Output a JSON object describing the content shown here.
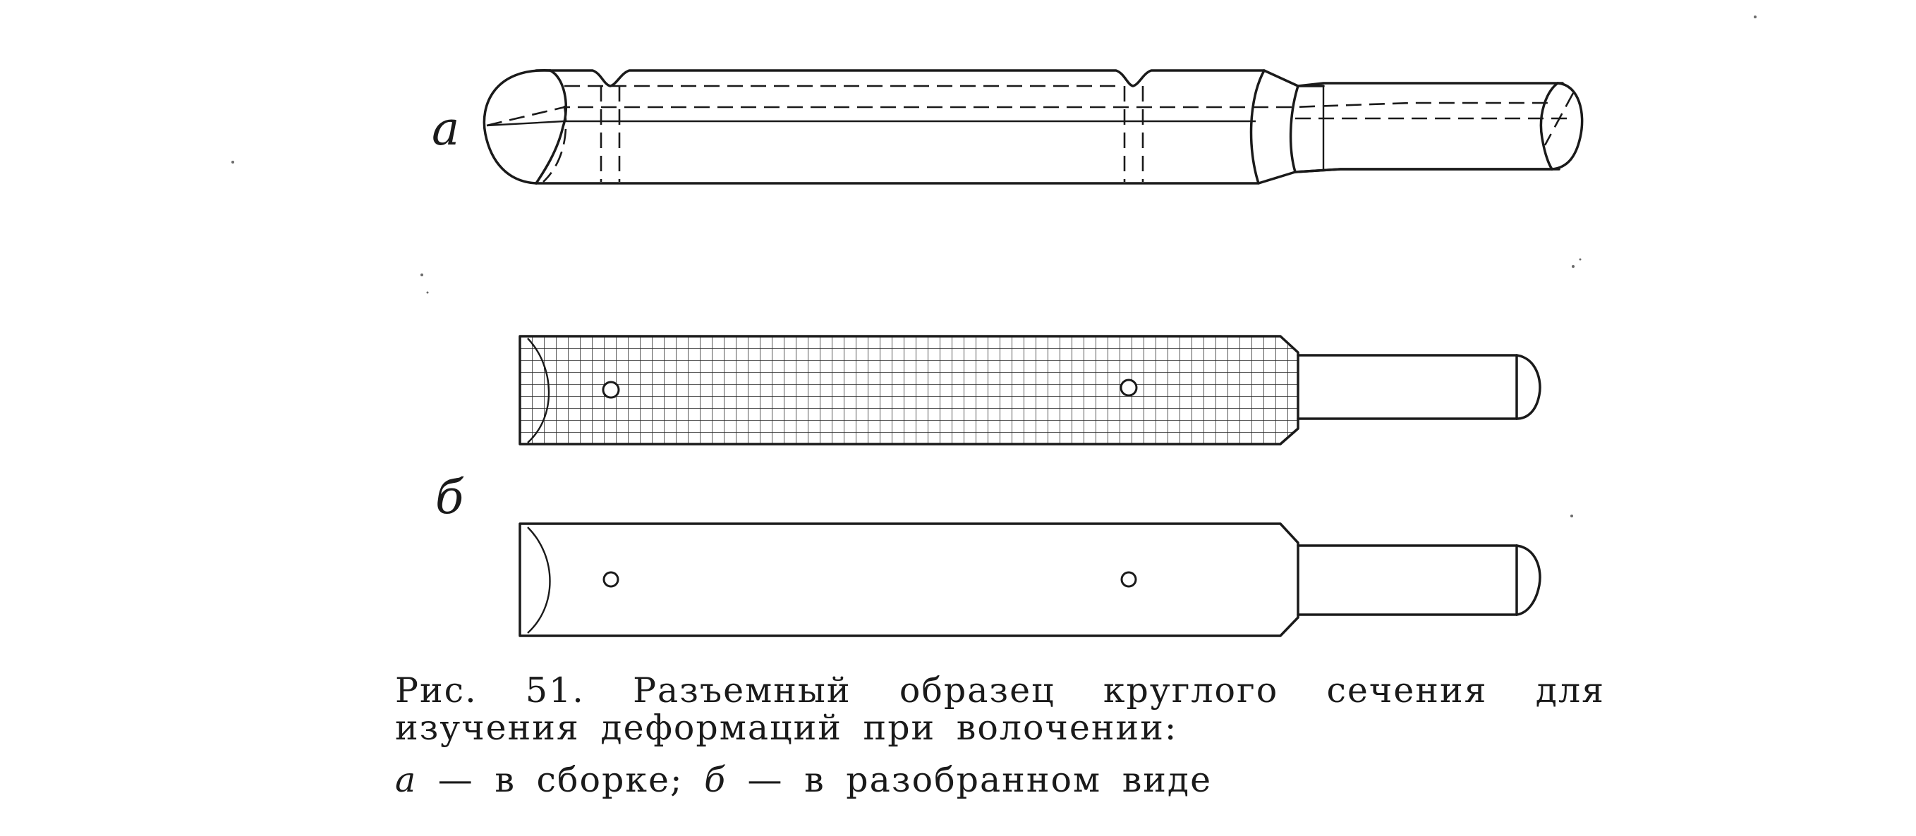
{
  "figure": {
    "label_a": "а",
    "label_b": "б"
  },
  "caption": {
    "line1": "Рис. 51. Разъемный образец круглого сечения для",
    "line2": "изучения деформаций при волочении:",
    "line3_letter_a": "а",
    "line3_part_a": " — в сборке; ",
    "line3_letter_b": "б",
    "line3_part_b": " — в разобранном виде"
  }
}
